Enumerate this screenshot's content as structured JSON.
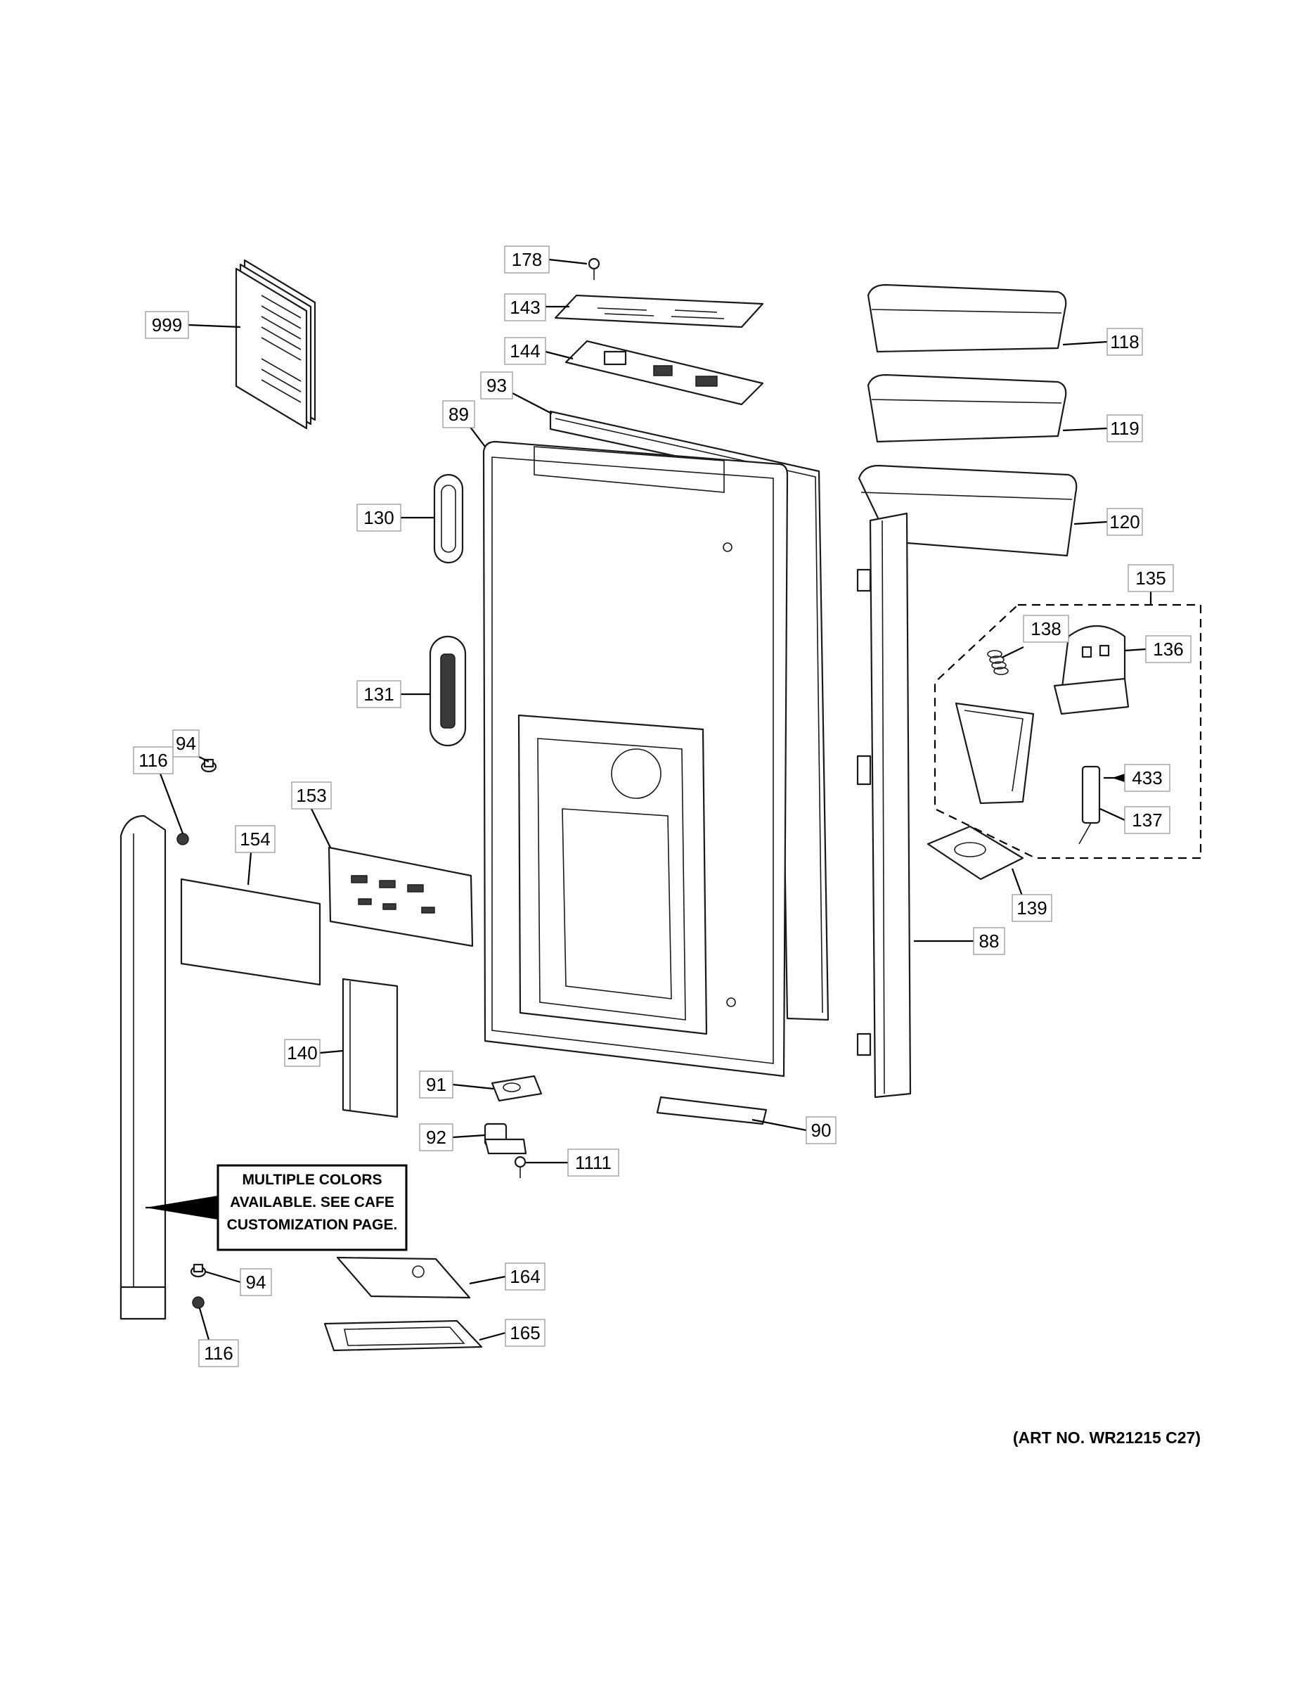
{
  "diagram": {
    "art_number": "(ART NO. WR21215 C27)",
    "note_lines": [
      "MULTIPLE COLORS",
      "AVAILABLE. SEE CAFE",
      "CUSTOMIZATION PAGE."
    ],
    "callouts": {
      "c178": "178",
      "c143": "143",
      "c144": "144",
      "c93": "93",
      "c89": "89",
      "c999": "999",
      "c118": "118",
      "c119": "119",
      "c120": "120",
      "c130": "130",
      "c131": "131",
      "c135": "135",
      "c138": "138",
      "c136": "136",
      "c433": "433",
      "c137": "137",
      "c139": "139",
      "c88": "88",
      "c94a": "94",
      "c116a": "116",
      "c153": "153",
      "c154": "154",
      "c140": "140",
      "c91": "91",
      "c92": "92",
      "c1111": "1111",
      "c90": "90",
      "c94b": "94",
      "c116b": "116",
      "c164": "164",
      "c165": "165"
    }
  }
}
